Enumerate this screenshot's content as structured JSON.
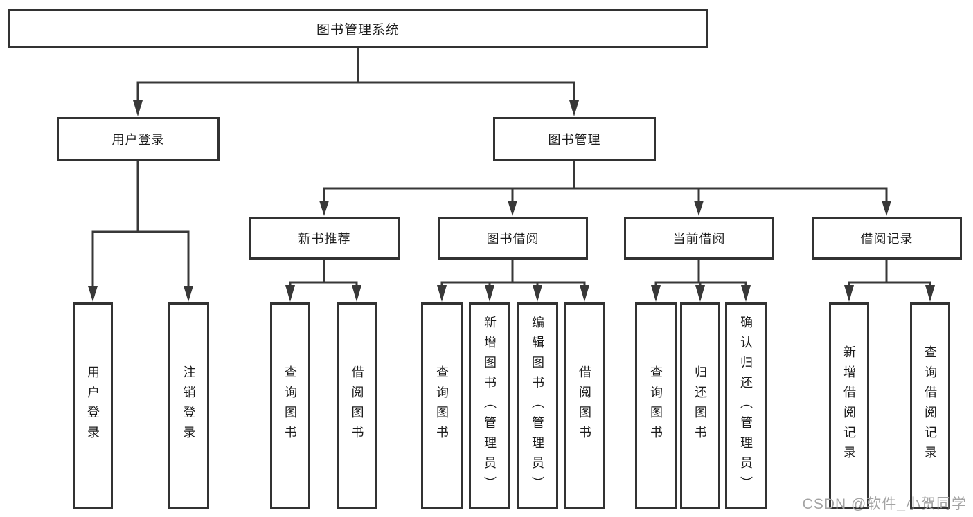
{
  "diagram_type": "hierarchy-tree",
  "tree": {
    "label": "图书管理系统",
    "children": [
      {
        "label": "用户登录",
        "children": [
          {
            "label": "用户登录"
          },
          {
            "label": "注销登录"
          }
        ]
      },
      {
        "label": "图书管理",
        "children": [
          {
            "label": "新书推荐",
            "children": [
              {
                "label": "查询图书"
              },
              {
                "label": "借阅图书"
              }
            ]
          },
          {
            "label": "图书借阅",
            "children": [
              {
                "label": "查询图书"
              },
              {
                "label": "新增图书（管理员）"
              },
              {
                "label": "编辑图书（管理员）"
              },
              {
                "label": "借阅图书"
              }
            ]
          },
          {
            "label": "当前借阅",
            "children": [
              {
                "label": "查询图书"
              },
              {
                "label": "归还图书"
              },
              {
                "label": "确认归还（管理员）"
              }
            ]
          },
          {
            "label": "借阅记录",
            "children": [
              {
                "label": "新增借阅记录"
              },
              {
                "label": "查询借阅记录"
              }
            ]
          }
        ]
      }
    ]
  },
  "colors": {
    "line": "#383838",
    "box_border": "#323232",
    "box_fill": "#ffffff",
    "text": "#1c1c1c",
    "watermark": "#a3a3a3"
  },
  "watermark": "CSDN @软件_小贺同学"
}
